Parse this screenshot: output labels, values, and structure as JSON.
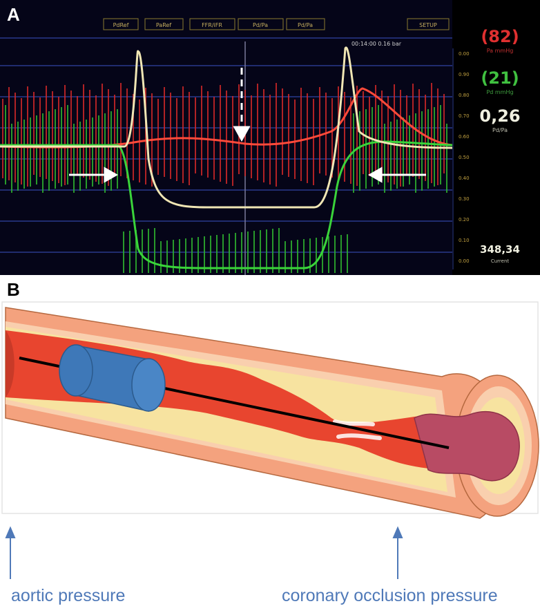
{
  "panel_a": {
    "letter": "A",
    "tabs": [
      "PdRef",
      "PaRef",
      "FFR/iFR",
      "Pd/Pa",
      "Pd/Pa"
    ],
    "settings_tab": "SETUP",
    "header_readout": "00:14:00 0.16 bar",
    "readouts": {
      "pa": {
        "value": "(82)",
        "label": "Pa mmHg",
        "color": "#e03030"
      },
      "pd": {
        "value": "(21)",
        "label": "Pd mmHg",
        "color": "#40c040"
      },
      "ratio": {
        "value": "0,26",
        "label": "Pd/Pa",
        "color": "#f0f0e0"
      },
      "time": {
        "value": "348,34",
        "label": "Current",
        "color": "#f0f0e0"
      }
    },
    "axis_ticks": [
      "0.00",
      "0.90",
      "0.80",
      "0.70",
      "0.60",
      "0.50",
      "0.40",
      "0.30",
      "0.20",
      "0.10",
      "0.00"
    ]
  },
  "panel_b": {
    "letter": "B",
    "label_left": "aortic pressure",
    "label_right": "coronary occlusion pressure"
  },
  "colors": {
    "vessel_outer": "#f4a27e",
    "vessel_wall": "#f9cfae",
    "plaque": "#f7e3a0",
    "lumen": "#e8452f",
    "balloon": "#3e78b8",
    "occlusion": "#b84b64",
    "arrow_blue": "#4f79b8"
  }
}
